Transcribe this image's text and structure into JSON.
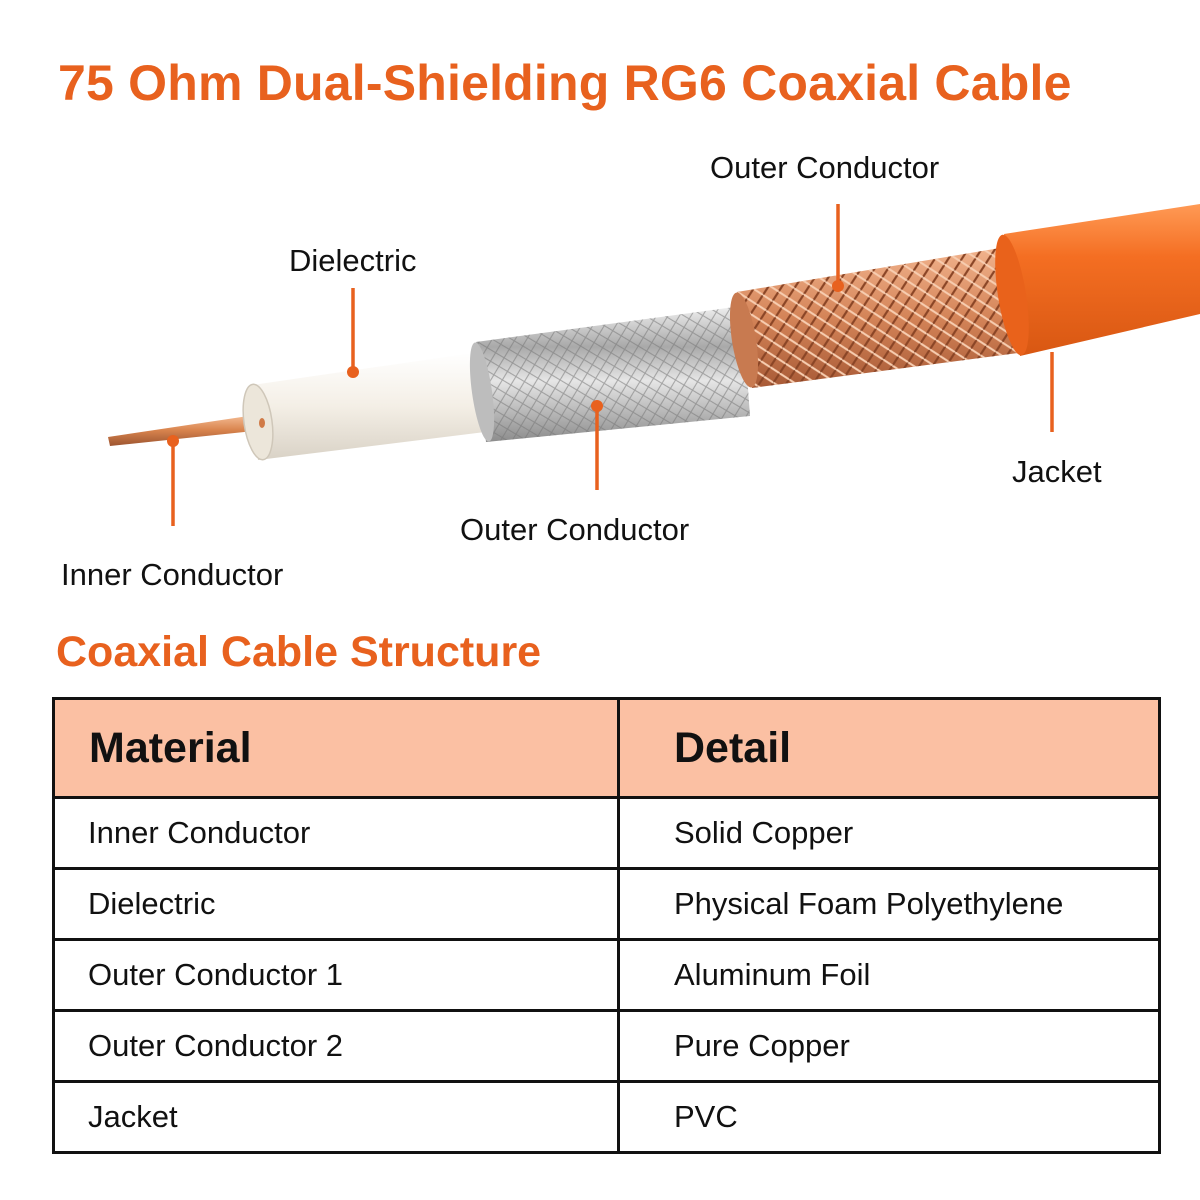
{
  "title": "75 Ohm Dual-Shielding RG6 Coaxial Cable",
  "callouts": {
    "outer_conductor_top": "Outer Conductor",
    "dielectric": "Dielectric",
    "jacket": "Jacket",
    "outer_conductor_bottom": "Outer Conductor",
    "inner_conductor": "Inner Conductor"
  },
  "colors": {
    "accent": "#e8611e",
    "header_fill": "#fbc0a3",
    "jacket": "#f26a1e",
    "copper": "#d98a5e",
    "foil": "#c8c8c8",
    "dielectric": "#f5f1ea"
  },
  "table": {
    "heading": "Coaxial Cable Structure",
    "headers": [
      "Material",
      "Detail"
    ],
    "rows": [
      [
        "Inner Conductor",
        "Solid Copper"
      ],
      [
        "Dielectric",
        "Physical Foam Polyethylene"
      ],
      [
        "Outer Conductor 1",
        "Aluminum Foil"
      ],
      [
        "Outer Conductor 2",
        "Pure Copper"
      ],
      [
        "Jacket",
        "PVC"
      ]
    ]
  }
}
